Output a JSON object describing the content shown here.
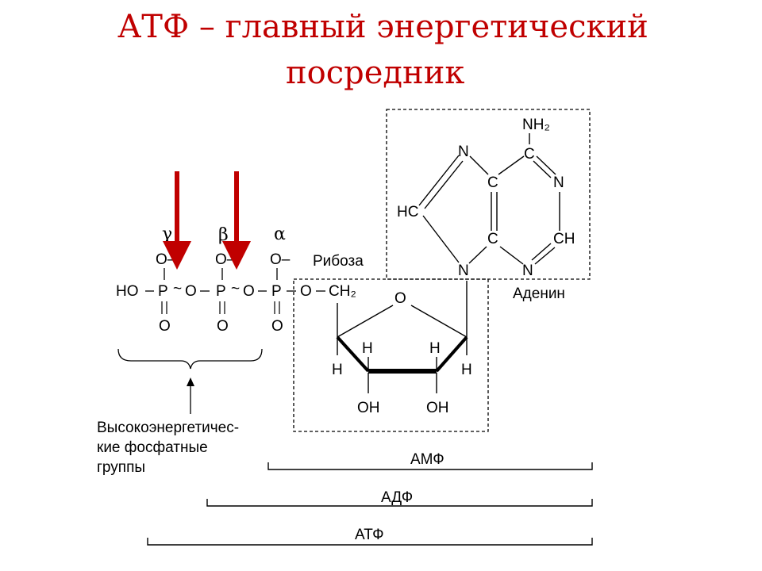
{
  "slide": {
    "title_line1": "АТФ – главный энергетический",
    "title_line2": "посредник",
    "title_color": "#c00000",
    "arrow_color": "#c00000"
  },
  "phosphates": {
    "gamma": "γ",
    "beta": "β",
    "alpha": "α",
    "o_minus": "O–",
    "ho": "HO",
    "p": "P",
    "o": "O",
    "bridge_o": "O",
    "high_energy_bond": "~",
    "ch2": "CH₂"
  },
  "ribose": {
    "label": "Рибоза",
    "ring_o": "O",
    "h": "H",
    "oh": "OH"
  },
  "adenine": {
    "label": "Аденин",
    "nh2": "NH₂",
    "n": "N",
    "c": "C",
    "hc": "HC",
    "ch": "CH"
  },
  "annotation": {
    "line1": "Высокоэнергетичес-",
    "line2": "кие фосфатные",
    "line3": "группы"
  },
  "ranges": {
    "amp": "АМФ",
    "adp": "АДФ",
    "atp": "АТФ"
  }
}
